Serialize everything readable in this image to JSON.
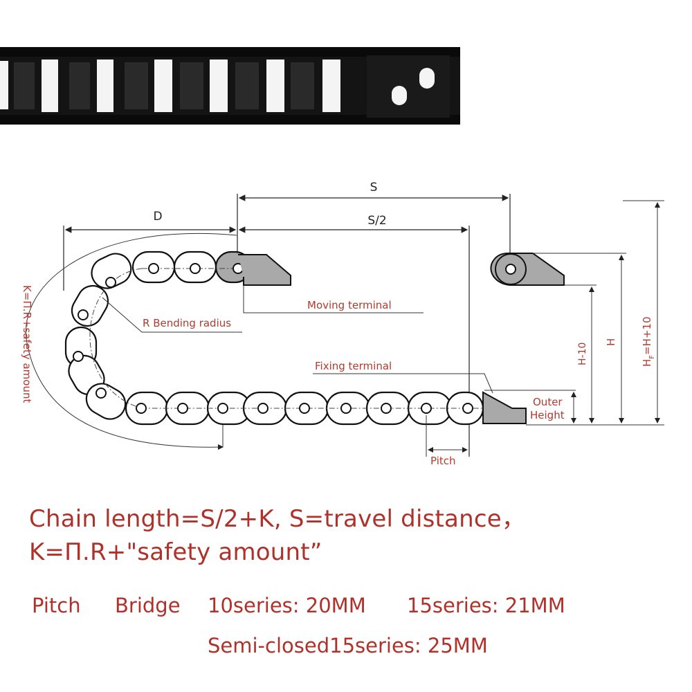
{
  "diagram": {
    "labels": {
      "s": "S",
      "s_half": "S/2",
      "d": "D",
      "k_formula": "K=Π.R+safety amount",
      "bending_radius": "R Bending radius",
      "moving_terminal": "Moving terminal",
      "fixing_terminal": "Fixing terminal",
      "outer_height_1": "Outer",
      "outer_height_2": "Height",
      "pitch": "Pitch",
      "h_minus_10": "H-10",
      "h": "H",
      "hf_main": "H",
      "hf_sub": "F",
      "hf_rest": "=H+10"
    }
  },
  "formula": {
    "line1": "Chain length=S/2+K, S=travel distance，",
    "line2": "K=Π.R+\"safety amount”"
  },
  "specs": {
    "pitch_label": "Pitch",
    "bridge_label": "Bridge",
    "series10": "10series: 20MM",
    "series15": "15series: 21MM",
    "semi_closed": "Semi-closed15series: 25MM"
  },
  "colors": {
    "label_red": "#b03a2e",
    "chain_black": "#111111",
    "terminal_gray": "#a9a9a9"
  }
}
